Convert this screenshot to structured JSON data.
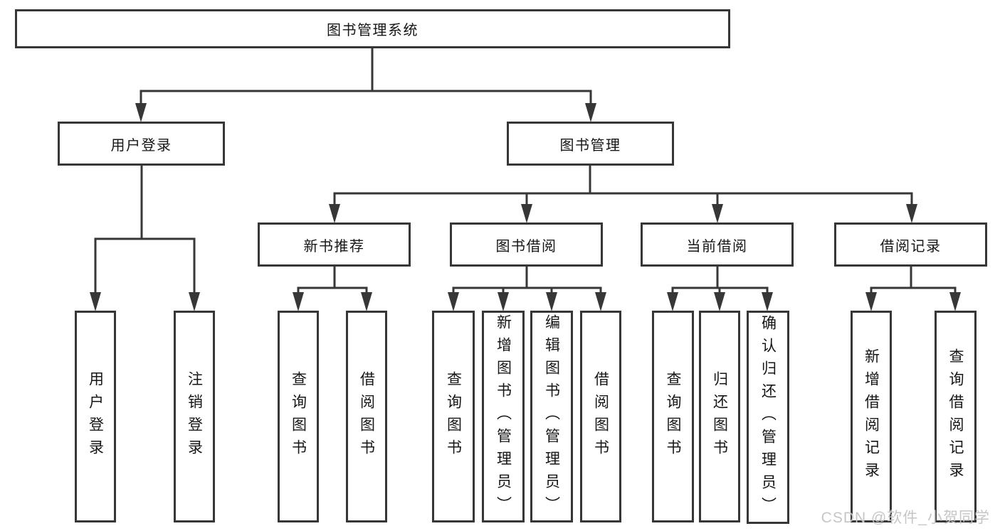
{
  "colors": {
    "line": "#373737",
    "text": "#161616",
    "background": "#ffffff",
    "watermark": "#c6c6c6"
  },
  "watermark": {
    "text": "CSDN @软件_小贺同学"
  },
  "diagram": {
    "type": "tree",
    "root": {
      "label": "图书管理系统"
    },
    "branches": {
      "user_login": {
        "label": "用户登录",
        "children": {
          "login": {
            "label": "用户登录"
          },
          "logout": {
            "label": "注销登录"
          }
        }
      },
      "book_mgmt": {
        "label": "图书管理",
        "sections": {
          "new_book": {
            "label": "新书推荐",
            "children": {
              "query": {
                "label": "查询图书"
              },
              "borrow": {
                "label": "借阅图书"
              }
            }
          },
          "borrowing": {
            "label": "图书借阅",
            "children": {
              "query": {
                "label": "查询图书"
              },
              "add": {
                "label": "新增图书（管理员）"
              },
              "edit": {
                "label": "编辑图书（管理员）"
              },
              "borrow": {
                "label": "借阅图书"
              }
            }
          },
          "current": {
            "label": "当前借阅",
            "children": {
              "query": {
                "label": "查询图书"
              },
              "return": {
                "label": "归还图书"
              },
              "confirm": {
                "label": "确认归还（管理员）"
              }
            }
          },
          "records": {
            "label": "借阅记录",
            "children": {
              "add": {
                "label": "新增借阅记录"
              },
              "query": {
                "label": "查询借阅记录"
              }
            }
          }
        }
      }
    }
  }
}
